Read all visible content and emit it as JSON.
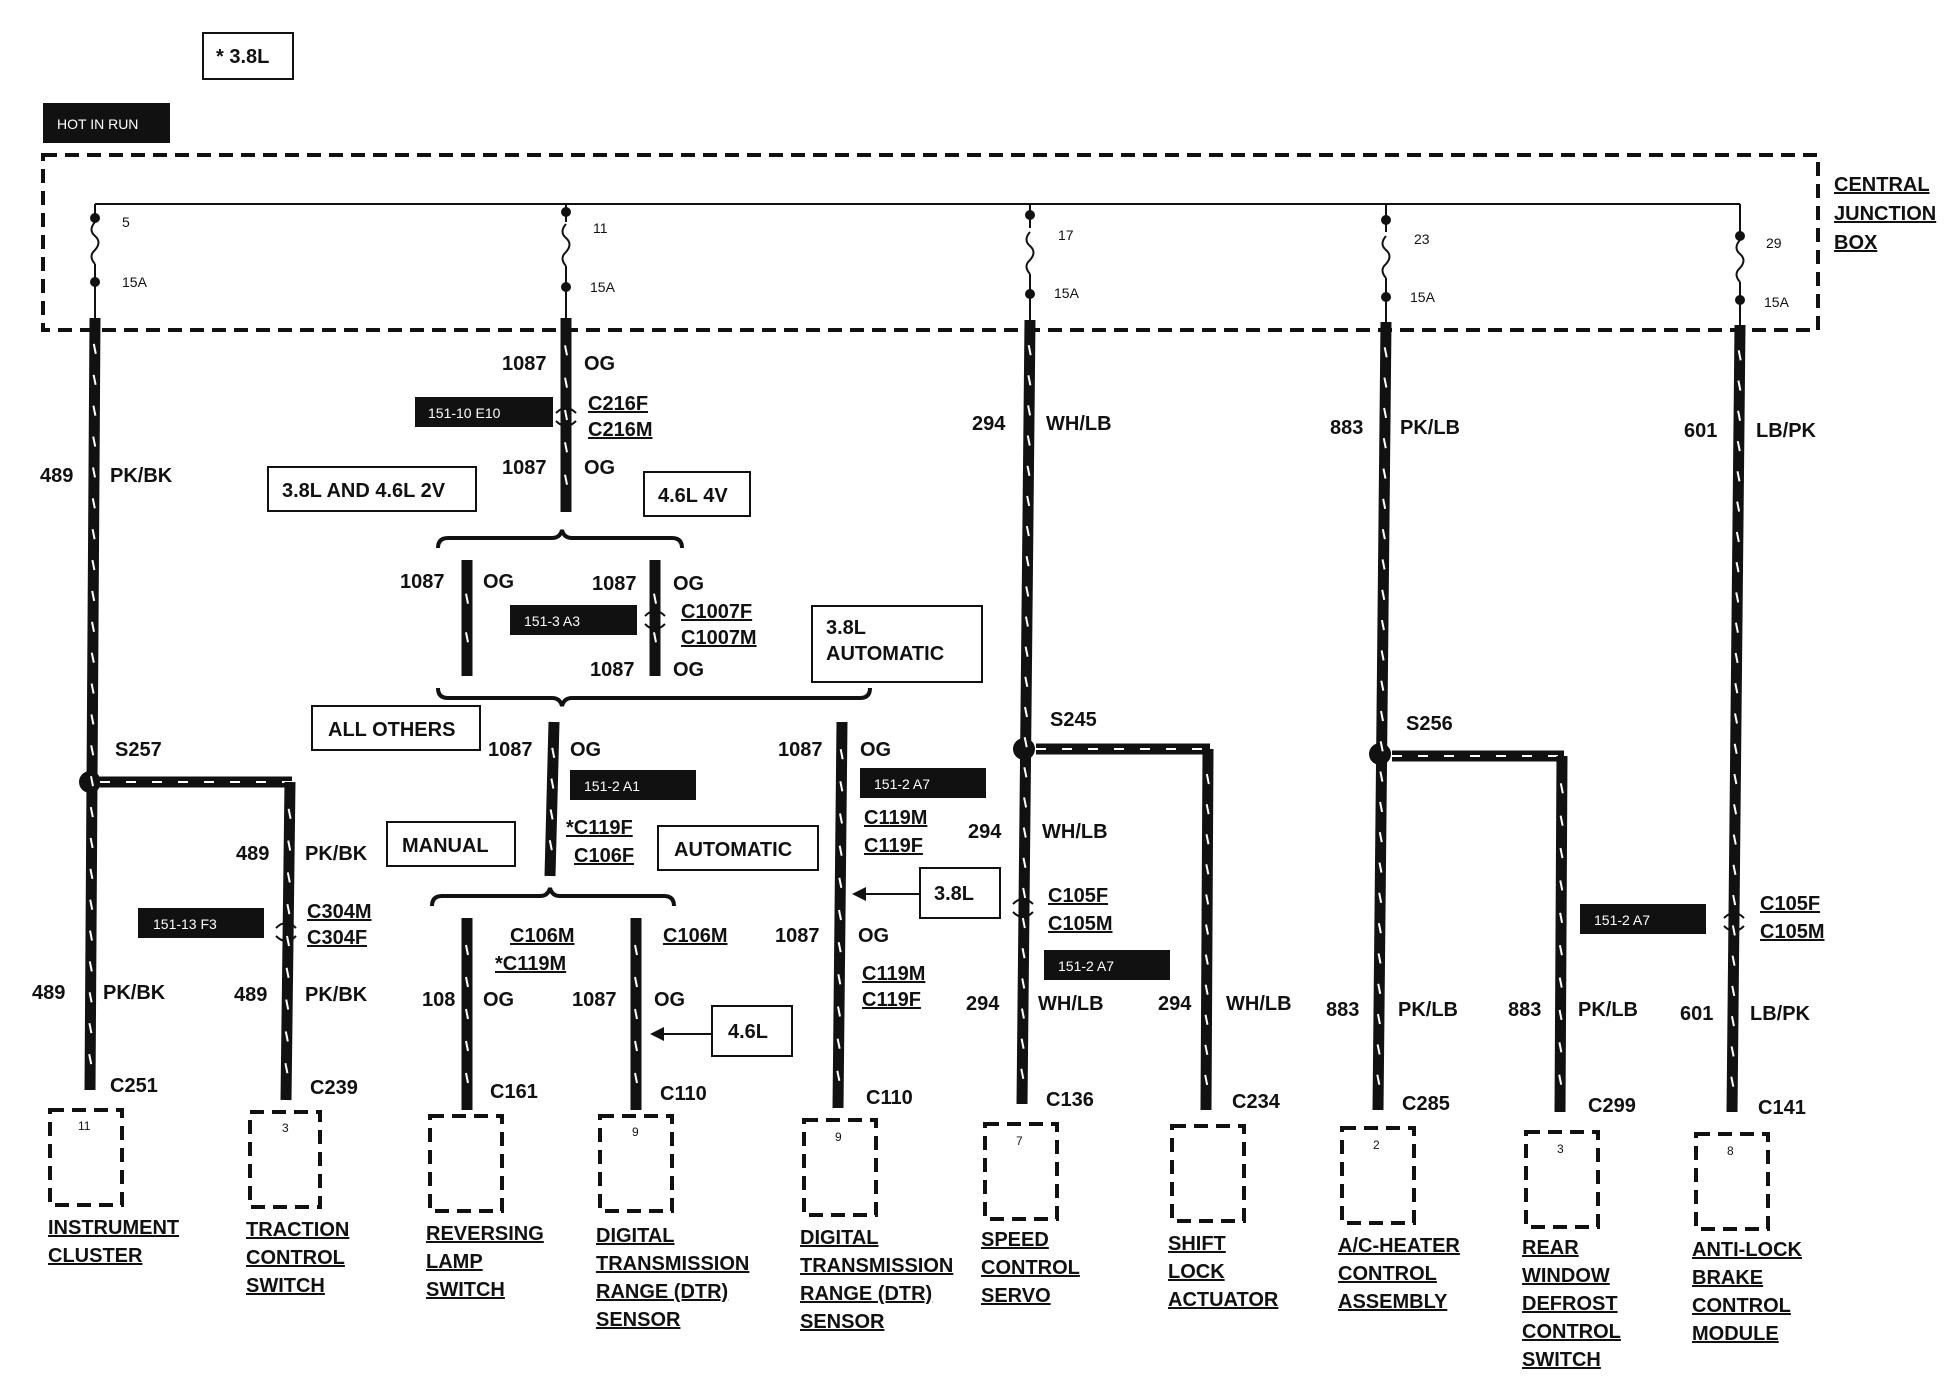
{
  "notes": {
    "engine_note": "* 3.8L",
    "power_label": "HOT IN RUN"
  },
  "central_junction_box": {
    "line1": "CENTRAL",
    "line2": "JUNCTION",
    "line3": "BOX"
  },
  "fuses": [
    {
      "number": "5",
      "amps": "15A"
    },
    {
      "number": "11",
      "amps": "15A"
    },
    {
      "number": "17",
      "amps": "15A"
    },
    {
      "number": "23",
      "amps": "15A"
    },
    {
      "number": "29",
      "amps": "15A"
    }
  ],
  "circuit_1": {
    "circuit": "489",
    "color": "PK/BK",
    "splice": "S257",
    "branch_circuit": "489",
    "branch_color": "PK/BK",
    "connector_top": "C304M",
    "connector_bottom": "C304F",
    "ref_tag": "151-13 F3",
    "bottom_left_circuit": "489",
    "bottom_left_color": "PK/BK",
    "bottom_right_circuit": "489",
    "bottom_right_color": "PK/BK"
  },
  "circuit_2": {
    "circuit": "1087",
    "color": "OG",
    "ref_tag_1": "151-10 E10",
    "connector_1_top": "C216F",
    "connector_1_bottom": "C216M",
    "circuit_b": "1087",
    "color_b": "OG",
    "variant_left": "3.8L AND 4.6L 2V",
    "variant_right": "4.6L 4V",
    "left_circuit": "1087",
    "left_color": "OG",
    "right_circuit": "1087",
    "right_color": "OG",
    "ref_tag_2": "151-3 A3",
    "connector_2_top": "C1007F",
    "connector_2_bottom": "C1007M",
    "right_circuit_b": "1087",
    "right_color_b": "OG",
    "variant_auto_line1": "3.8L",
    "variant_auto_line2": "AUTOMATIC",
    "variant_others": "ALL OTHERS",
    "mid_circuit": "1087",
    "mid_color": "OG",
    "ref_tag_3": "151-2 A1",
    "connector_3_top": "*C119F",
    "connector_3_bottom": "C106F",
    "auto_circuit": "1087",
    "auto_color": "OG",
    "ref_tag_4": "151-2 A7",
    "connector_4_top": "C119M",
    "connector_4_bottom": "C119F",
    "label_manual": "MANUAL",
    "label_automatic": "AUTOMATIC",
    "note_38l": "3.8L",
    "auto_circuit_b": "1087",
    "auto_color_b": "OG",
    "connector_5_top": "C119M",
    "connector_5_bottom": "C119F",
    "rev_connector_top": "C106M",
    "rev_connector_bottom": "*C119M",
    "rev_circuit": "108",
    "rev_color": "OG",
    "dtr_connector": "C106M",
    "dtr_circuit": "1087",
    "dtr_color": "OG",
    "note_46l": "4.6L"
  },
  "circuit_3": {
    "circuit": "294",
    "color": "WH/LB",
    "splice": "S245",
    "mid_circuit": "294",
    "mid_color": "WH/LB",
    "connector_top": "C105F",
    "connector_bottom": "C105M",
    "ref_tag": "151-2 A7",
    "bottom_circuit": "294",
    "bottom_color": "WH/LB",
    "branch_circuit": "294",
    "branch_color": "WH/LB"
  },
  "circuit_4": {
    "circuit": "883",
    "color": "PK/LB",
    "splice": "S256",
    "bottom_circuit": "883",
    "bottom_color": "PK/LB",
    "branch_circuit": "883",
    "branch_color": "PK/LB",
    "ref_tag": "151-2 A7"
  },
  "circuit_5": {
    "circuit": "601",
    "color": "LB/PK",
    "connector_top": "C105F",
    "connector_bottom": "C105M",
    "bottom_circuit": "601",
    "bottom_color": "LB/PK"
  },
  "components": [
    {
      "connector": "C251",
      "pin": "11",
      "name": [
        "INSTRUMENT",
        "CLUSTER"
      ]
    },
    {
      "connector": "C239",
      "pin": "3",
      "name": [
        "TRACTION",
        "CONTROL",
        "SWITCH"
      ]
    },
    {
      "connector": "C161",
      "pin": "",
      "name": [
        "REVERSING",
        "LAMP",
        "SWITCH"
      ]
    },
    {
      "connector": "C110",
      "pin": "9",
      "name": [
        "DIGITAL",
        "TRANSMISSION",
        "RANGE (DTR)",
        "SENSOR"
      ]
    },
    {
      "connector": "C110",
      "pin": "9",
      "name": [
        "DIGITAL",
        "TRANSMISSION",
        "RANGE (DTR)",
        "SENSOR"
      ]
    },
    {
      "connector": "C136",
      "pin": "7",
      "name": [
        "SPEED",
        "CONTROL",
        "SERVO"
      ]
    },
    {
      "connector": "C234",
      "pin": "",
      "name": [
        "SHIFT",
        "LOCK",
        "ACTUATOR"
      ]
    },
    {
      "connector": "C285",
      "pin": "2",
      "name": [
        "A/C-HEATER",
        "CONTROL",
        "ASSEMBLY"
      ]
    },
    {
      "connector": "C299",
      "pin": "3",
      "name": [
        "REAR",
        "WINDOW",
        "DEFROST",
        "CONTROL",
        "SWITCH"
      ]
    },
    {
      "connector": "C141",
      "pin": "8",
      "name": [
        "ANTI-LOCK",
        "BRAKE",
        "CONTROL",
        "MODULE"
      ]
    }
  ]
}
